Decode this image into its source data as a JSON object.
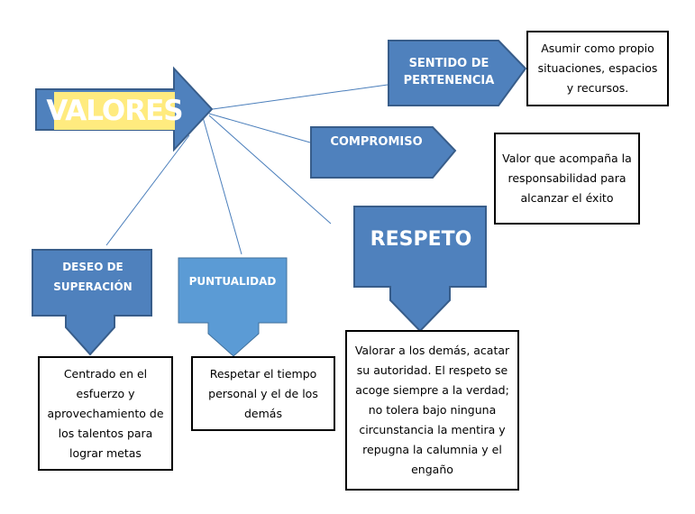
{
  "colors": {
    "shape_fill": "#4f81bd",
    "shape_stroke": "#385d8a",
    "light_fill": "#5b9bd5",
    "light_stroke": "#41719c",
    "highlight": "#ffeb7f",
    "connector": "#4a7ebb"
  },
  "central": {
    "label": "VALORES"
  },
  "values": [
    {
      "id": "sentido",
      "label": "SENTIDO DE PERTENENCIA",
      "description": "Asumir como propio situaciones, espacios y recursos."
    },
    {
      "id": "compromiso",
      "label": "COMPROMISO",
      "description": "Valor que acompaña la responsabilidad para alcanzar el éxito"
    },
    {
      "id": "respeto",
      "label": "RESPETO",
      "description": "Valorar a los demás, acatar su autoridad. El respeto se acoge siempre a la verdad; no tolera bajo ninguna circunstancia la mentira y repugna la calumnia y el engaño"
    },
    {
      "id": "deseo",
      "label": "DESEO DE SUPERACIÓN",
      "description": "Centrado en el esfuerzo y aprovechamiento de los talentos para lograr metas"
    },
    {
      "id": "puntualidad",
      "label": "PUNTUALIDAD",
      "description": "Respetar el tiempo personal y el de los demás"
    }
  ]
}
